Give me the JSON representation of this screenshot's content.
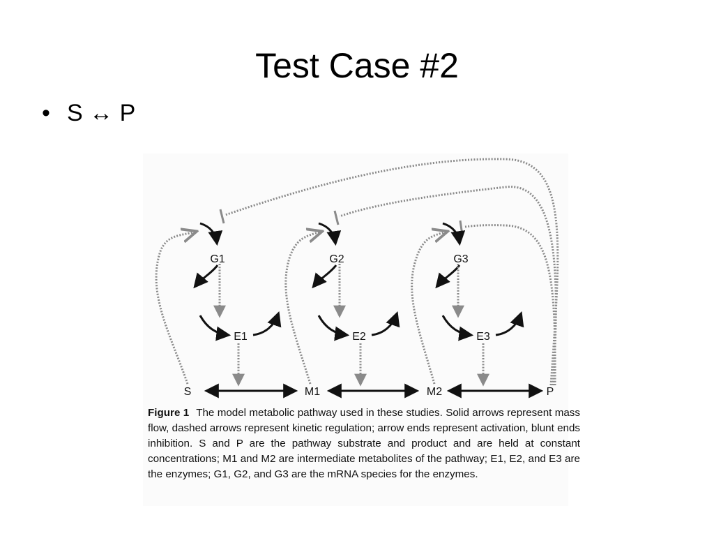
{
  "slide": {
    "title": "Test Case #2",
    "bullet_marker": "•",
    "bullet_text": "S ↔ P"
  },
  "diagram": {
    "nodes": {
      "s": "S",
      "m1": "M1",
      "m2": "M2",
      "p": "P",
      "g1": "G1",
      "g2": "G2",
      "g3": "G3",
      "e1": "E1",
      "e2": "E2",
      "e3": "E3"
    }
  },
  "caption": {
    "label": "Figure 1",
    "text": "The model metabolic pathway used in these studies. Solid arrows represent mass flow, dashed arrows represent kinetic regulation; arrow ends represent activation, blunt ends inhibition. S and P are the pathway substrate and product and are held at constant concentrations; M1 and M2 are intermediate metabolites of the pathway; E1, E2, and E3 are the enzymes; G1, G2, and G3 are the mRNA species for the enzymes."
  },
  "colors": {
    "solid_arrow": "#111111",
    "dashed_arrow": "#8a8a8a"
  }
}
